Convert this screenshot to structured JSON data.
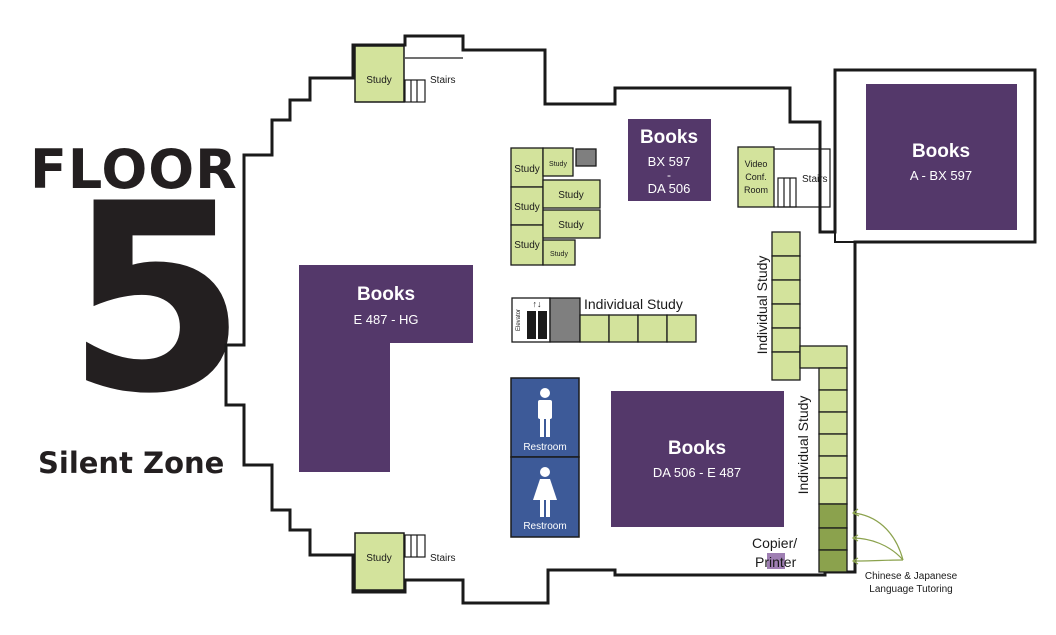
{
  "title": {
    "floor_word": "FLOOR",
    "floor_number": "5",
    "zone": "Silent Zone"
  },
  "colors": {
    "purple": "#54386a",
    "green": "#d3e39c",
    "dark_green": "#8ba24d",
    "restroom_blue": "#3d5a98",
    "gray": "#7f7f7f"
  },
  "books": {
    "top": {
      "heading": "Books",
      "line1": "BX 597",
      "line2": "-",
      "line3": "DA 506"
    },
    "right": {
      "heading": "Books",
      "range": "A - BX 597"
    },
    "left": {
      "heading": "Books",
      "range": "E 487 - HG"
    },
    "center": {
      "heading": "Books",
      "range": "DA 506 - E 487"
    }
  },
  "rooms": {
    "study": "Study",
    "stairs": "Stairs",
    "video_conf": [
      "Video",
      "Conf.",
      "Room"
    ],
    "elevator": "Elevator",
    "restroom": "Restroom",
    "individual_study": "Individual Study",
    "copier": [
      "Copier/",
      "Printer"
    ],
    "tutoring": [
      "Chinese & Japanese",
      "Language Tutoring"
    ]
  }
}
